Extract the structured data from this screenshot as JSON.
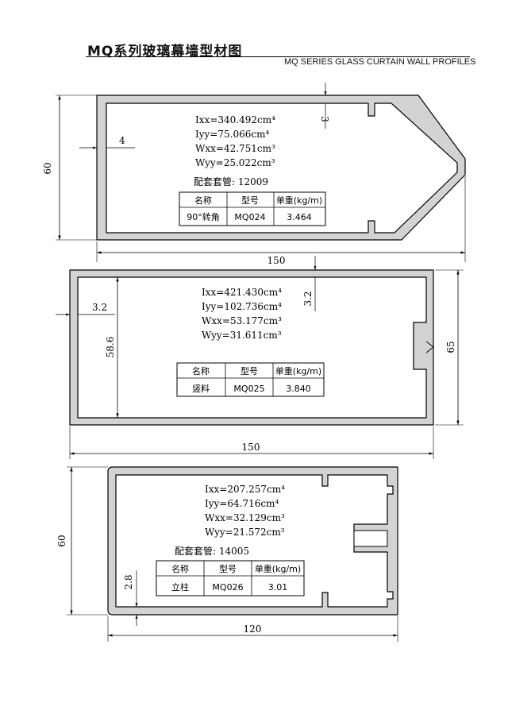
{
  "header": {
    "title_cn": "MQ系列玻璃幕墙型材图",
    "title_en": "MQ SERIES  GLASS CURTAIN WALL PROFILES"
  },
  "table_headers": [
    "名称",
    "型号",
    "单重(kg/m)"
  ],
  "profiles": [
    {
      "ixx": "340.492cm⁴",
      "iyy": "75.066cm⁴",
      "wxx": "42.751cm³",
      "wyy": "25.022cm³",
      "sleeve": "配套套管: 12009",
      "name": "90°转角",
      "model": "MQ024",
      "weight": "3.464",
      "dim_width": "150",
      "dim_height": "60",
      "dim_wall": "4",
      "dim_small": "3"
    },
    {
      "ixx": "421.430cm⁴",
      "iyy": "102.736cm⁴",
      "wxx": "53.177cm³",
      "wyy": "31.611cm³",
      "name": "竖料",
      "model": "MQ025",
      "weight": "3.840",
      "dim_width": "150",
      "dim_height": "65",
      "dim_inner": "58.6",
      "dim_wall": "3.2",
      "dim_small": "3.2"
    },
    {
      "ixx": "207.257cm⁴",
      "iyy": "64.716cm⁴",
      "wxx": "32.129cm³",
      "wyy": "21.572cm³",
      "sleeve": "配套套管: 14005",
      "name": "立柱",
      "model": "MQ026",
      "weight": "3.01",
      "dim_width": "120",
      "dim_height": "60",
      "dim_wall": "2.8"
    }
  ],
  "prop_labels": {
    "ixx": "Ixx=",
    "iyy": "Iyy=",
    "wxx": "Wxx=",
    "wyy": "Wyy="
  }
}
